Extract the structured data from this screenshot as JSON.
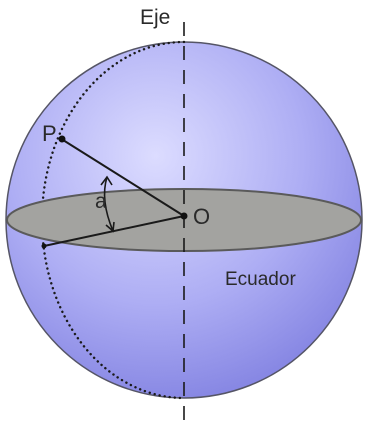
{
  "diagram": {
    "axis_label": "Eje",
    "point_p_label": "P",
    "center_label": "O",
    "angle_label": "a",
    "equator_label": "Ecuador"
  },
  "colors": {
    "sphere_light": "#dcdcff",
    "sphere_mid": "#aeaef4",
    "sphere_dark": "#7f7fe0",
    "sphere_outline": "#555566",
    "equator_fill": "#a3a3a0",
    "equator_outline": "#5a5a5a",
    "lines": "#1a1a1a"
  }
}
